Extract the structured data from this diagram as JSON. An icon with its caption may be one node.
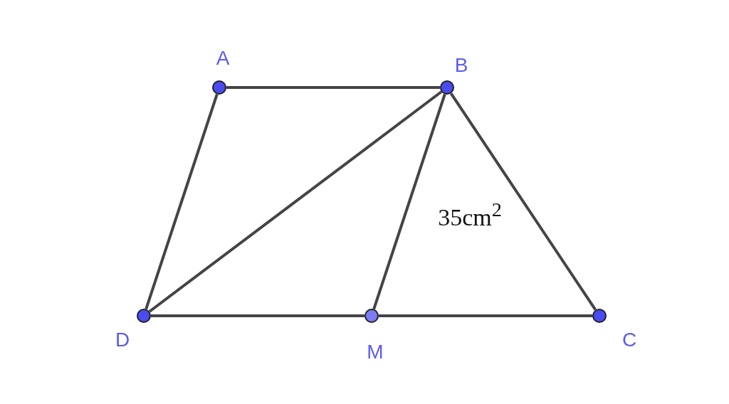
{
  "diagram": {
    "nodes": [
      {
        "text": [
          "A"
        ]
      },
      {
        "text": [
          "B"
        ]
      },
      {
        "text": [
          "D"
        ]
      },
      {
        "text": [
          "M"
        ]
      },
      {
        "text": [
          "C"
        ]
      }
    ],
    "edges": [
      {
        "from": 0,
        "to": 1,
        "arrow": "none"
      },
      {
        "from": 0,
        "to": 2,
        "arrow": "none"
      },
      {
        "from": 1,
        "to": 2,
        "arrow": "none"
      },
      {
        "from": 1,
        "to": 3,
        "arrow": "none"
      },
      {
        "from": 1,
        "to": 4,
        "arrow": "none"
      },
      {
        "from": 2,
        "to": 3,
        "arrow": "none"
      },
      {
        "from": 3,
        "to": 4,
        "arrow": "none"
      }
    ],
    "labels": [
      "35cm$^{2}$"
    ]
  }
}
